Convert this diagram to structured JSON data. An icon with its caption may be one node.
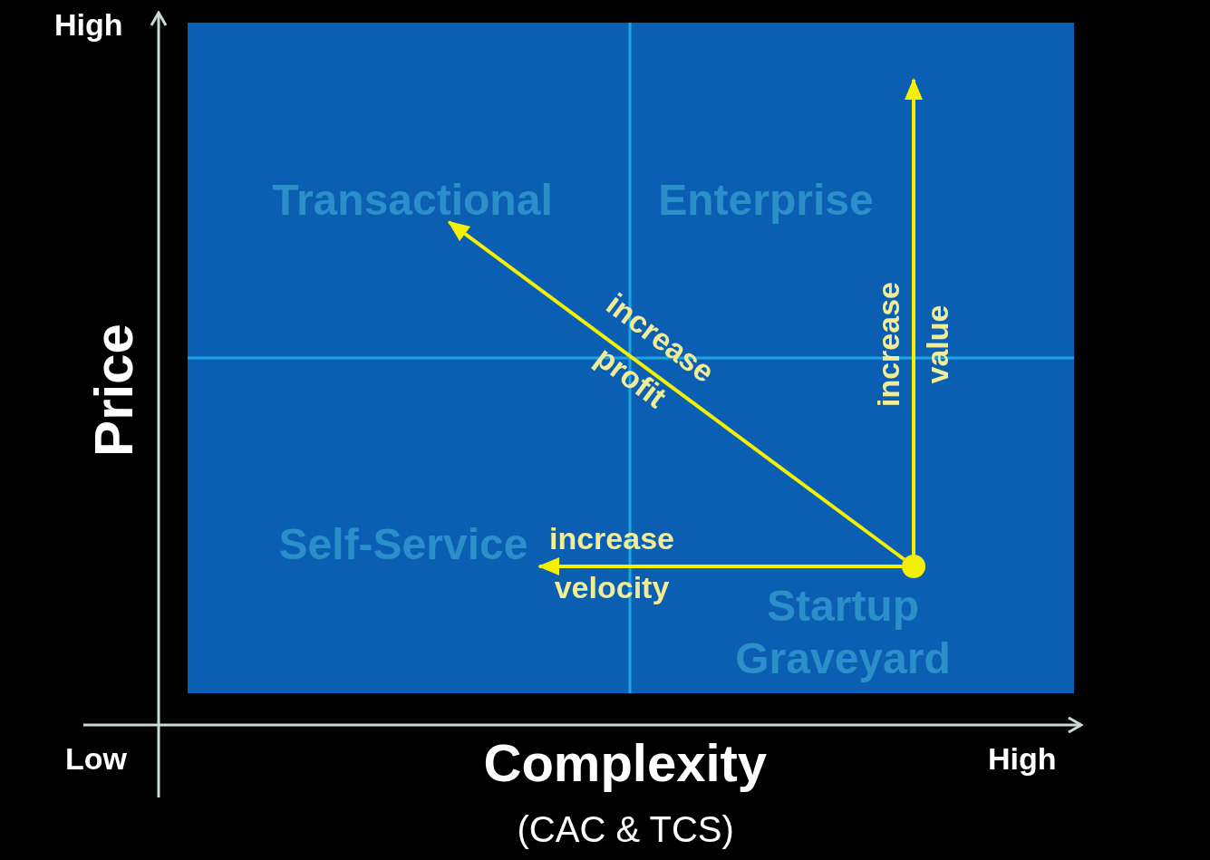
{
  "diagram": {
    "nodes": [
      {
        "text": [
          "Transactional"
        ]
      },
      {
        "text": [
          "Enterprise"
        ]
      },
      {
        "text": [
          "Self-Service"
        ]
      },
      {
        "text": [
          "Startup Graveyard"
        ]
      },
      {
        "text": [],
        "shape": "circle"
      }
    ],
    "edges": [
      {
        "from": 4,
        "to": 0,
        "arrow": "to",
        "label": "increase profit"
      },
      {
        "from": 4,
        "to": null,
        "arrow": "to",
        "label": "increase value"
      },
      {
        "from": 4,
        "to": 2,
        "arrow": "to",
        "label": "increase velocity"
      }
    ],
    "labels": [
      "High",
      "Price",
      "Low",
      "Complexity",
      "High",
      "(CAC & TCS)"
    ]
  }
}
